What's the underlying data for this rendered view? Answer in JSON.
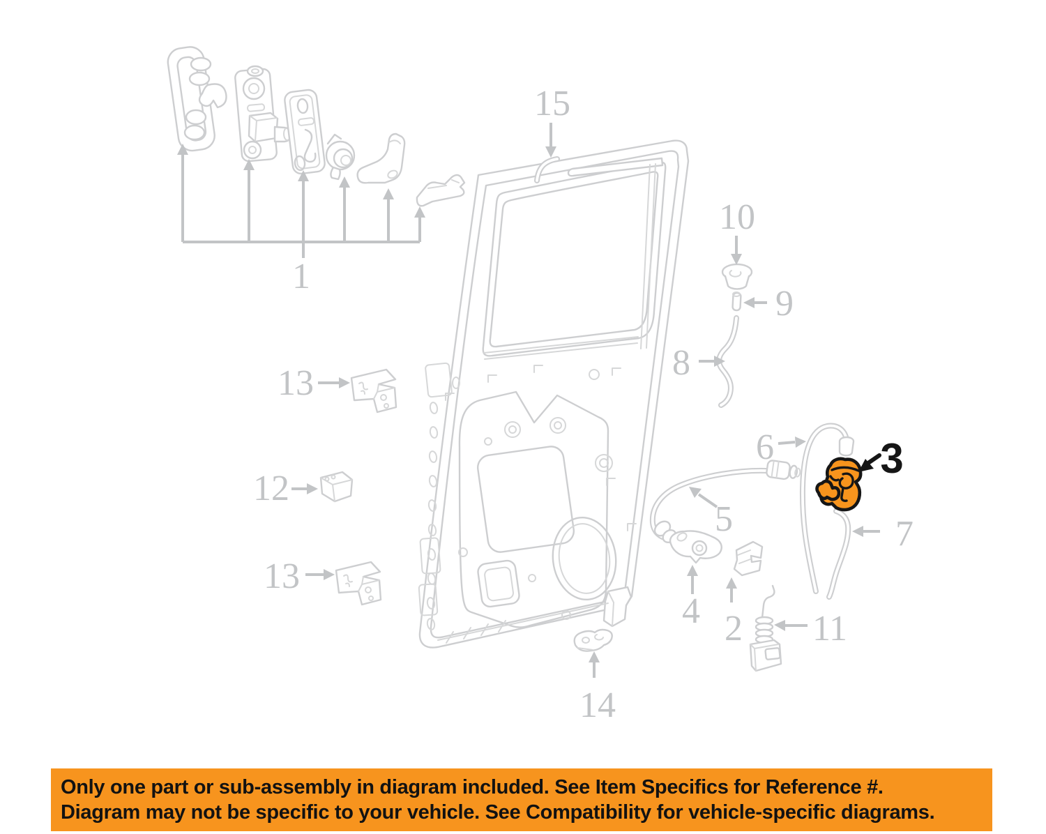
{
  "diagram": {
    "line_color": "#cdced0",
    "label_color": "#c2c4c6",
    "highlight_color": "#F7941D",
    "highlight_outline": "#161616",
    "callouts": [
      {
        "label": "15"
      },
      {
        "label": "1"
      },
      {
        "label": "10"
      },
      {
        "label": "9"
      },
      {
        "label": "8"
      },
      {
        "label": "13"
      },
      {
        "label": "12"
      },
      {
        "label": "13"
      },
      {
        "label": "6"
      },
      {
        "label": "5"
      },
      {
        "label": "3",
        "highlighted": true
      },
      {
        "label": "7"
      },
      {
        "label": "4"
      },
      {
        "label": "2"
      },
      {
        "label": "11"
      },
      {
        "label": "14"
      }
    ]
  },
  "banner": {
    "background": "#F7941E",
    "text_color": "#121212",
    "line1": "Only one part or sub-assembly in diagram included. See Item Specifics for Reference #.",
    "line2": "Diagram may not be specific to your vehicle. See Compatibility for vehicle-specific diagrams."
  }
}
